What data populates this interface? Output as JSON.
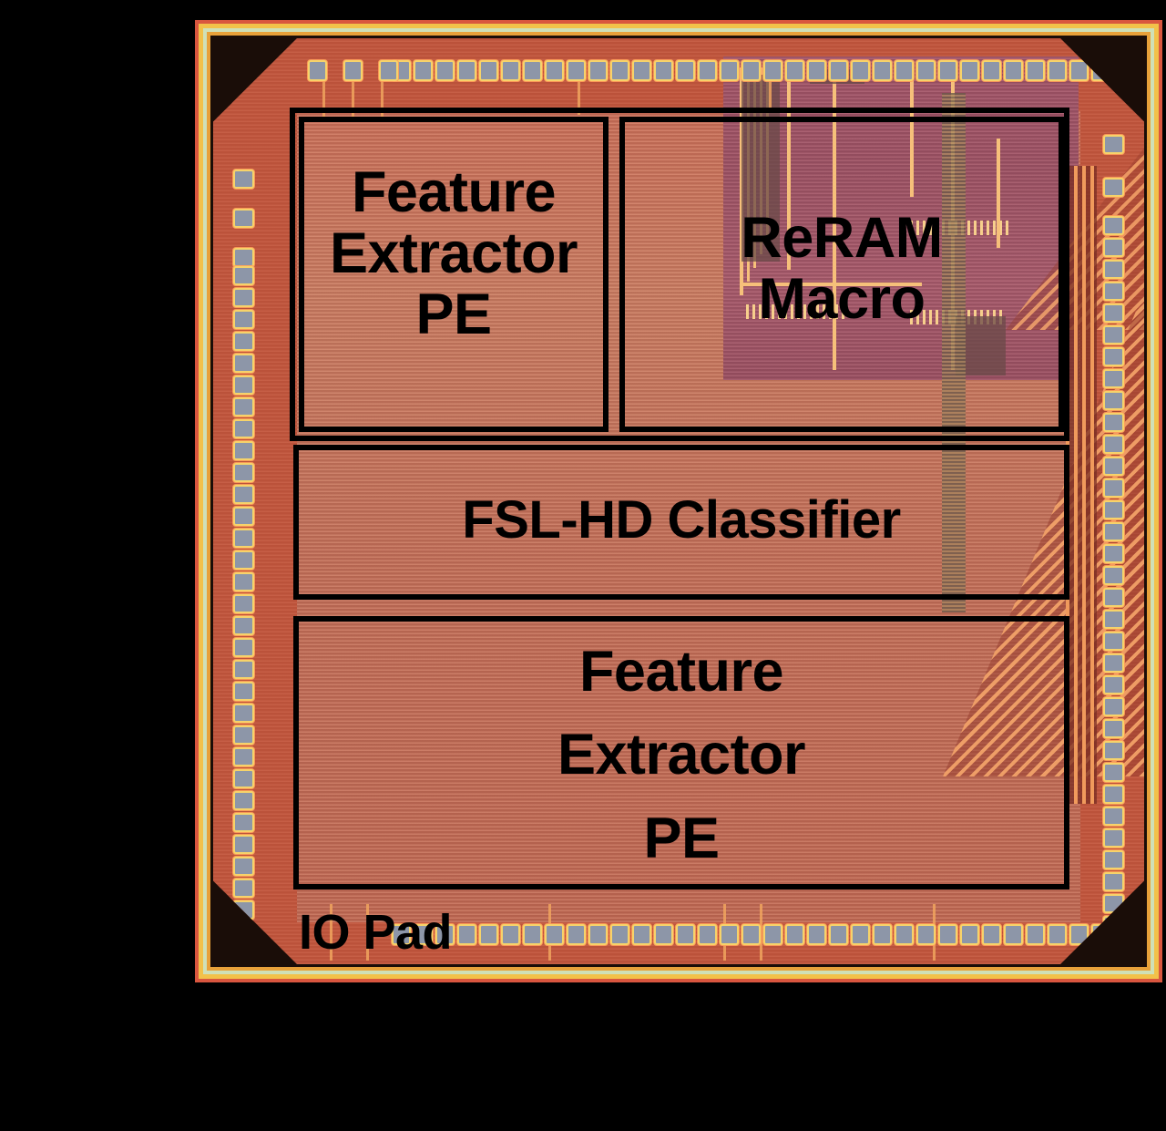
{
  "figure": {
    "kind": "chip-die-micrograph",
    "background_color": "#000000",
    "die": {
      "substrate_color": "#c1553c",
      "core_color": "#c9705a",
      "seal_ring_colors": [
        "#d9563f",
        "#f2c14a",
        "#cfe0b8",
        "#e8a13a"
      ],
      "pad_color": "#8d96a8",
      "pad_outline_color": "#f6d36a",
      "routing_color": "#f0a45e",
      "macro_color": "#a4576b"
    },
    "annotation": {
      "outline_color": "#000000",
      "text_color": "#000000"
    }
  },
  "blocks": [
    {
      "id": "feature-extractor-pe-top",
      "label": "Feature\nExtractor\nPE",
      "label_lines": [
        "Feature",
        "Extractor",
        "PE"
      ]
    },
    {
      "id": "reram-macro",
      "label": "ReRAM\nMacro",
      "label_lines": [
        "ReRAM",
        "Macro"
      ]
    },
    {
      "id": "fsl-hd-classifier",
      "label": "FSL-HD Classifier",
      "label_lines": [
        "FSL-HD Classifier"
      ]
    },
    {
      "id": "feature-extractor-pe-bottom",
      "label": "Feature\nExtractor\nPE",
      "label_lines": [
        "Feature",
        "Extractor",
        "PE"
      ]
    },
    {
      "id": "io-pad",
      "label": "IO Pad",
      "label_lines": [
        "IO Pad"
      ]
    }
  ],
  "labels": {
    "fe_top": "Feature\nExtractor\nPE",
    "reram": "ReRAM\nMacro",
    "fsl": "FSL-HD Classifier",
    "fe_bottom": "Feature\nExtractor\nPE",
    "io_pad": "IO Pad"
  }
}
